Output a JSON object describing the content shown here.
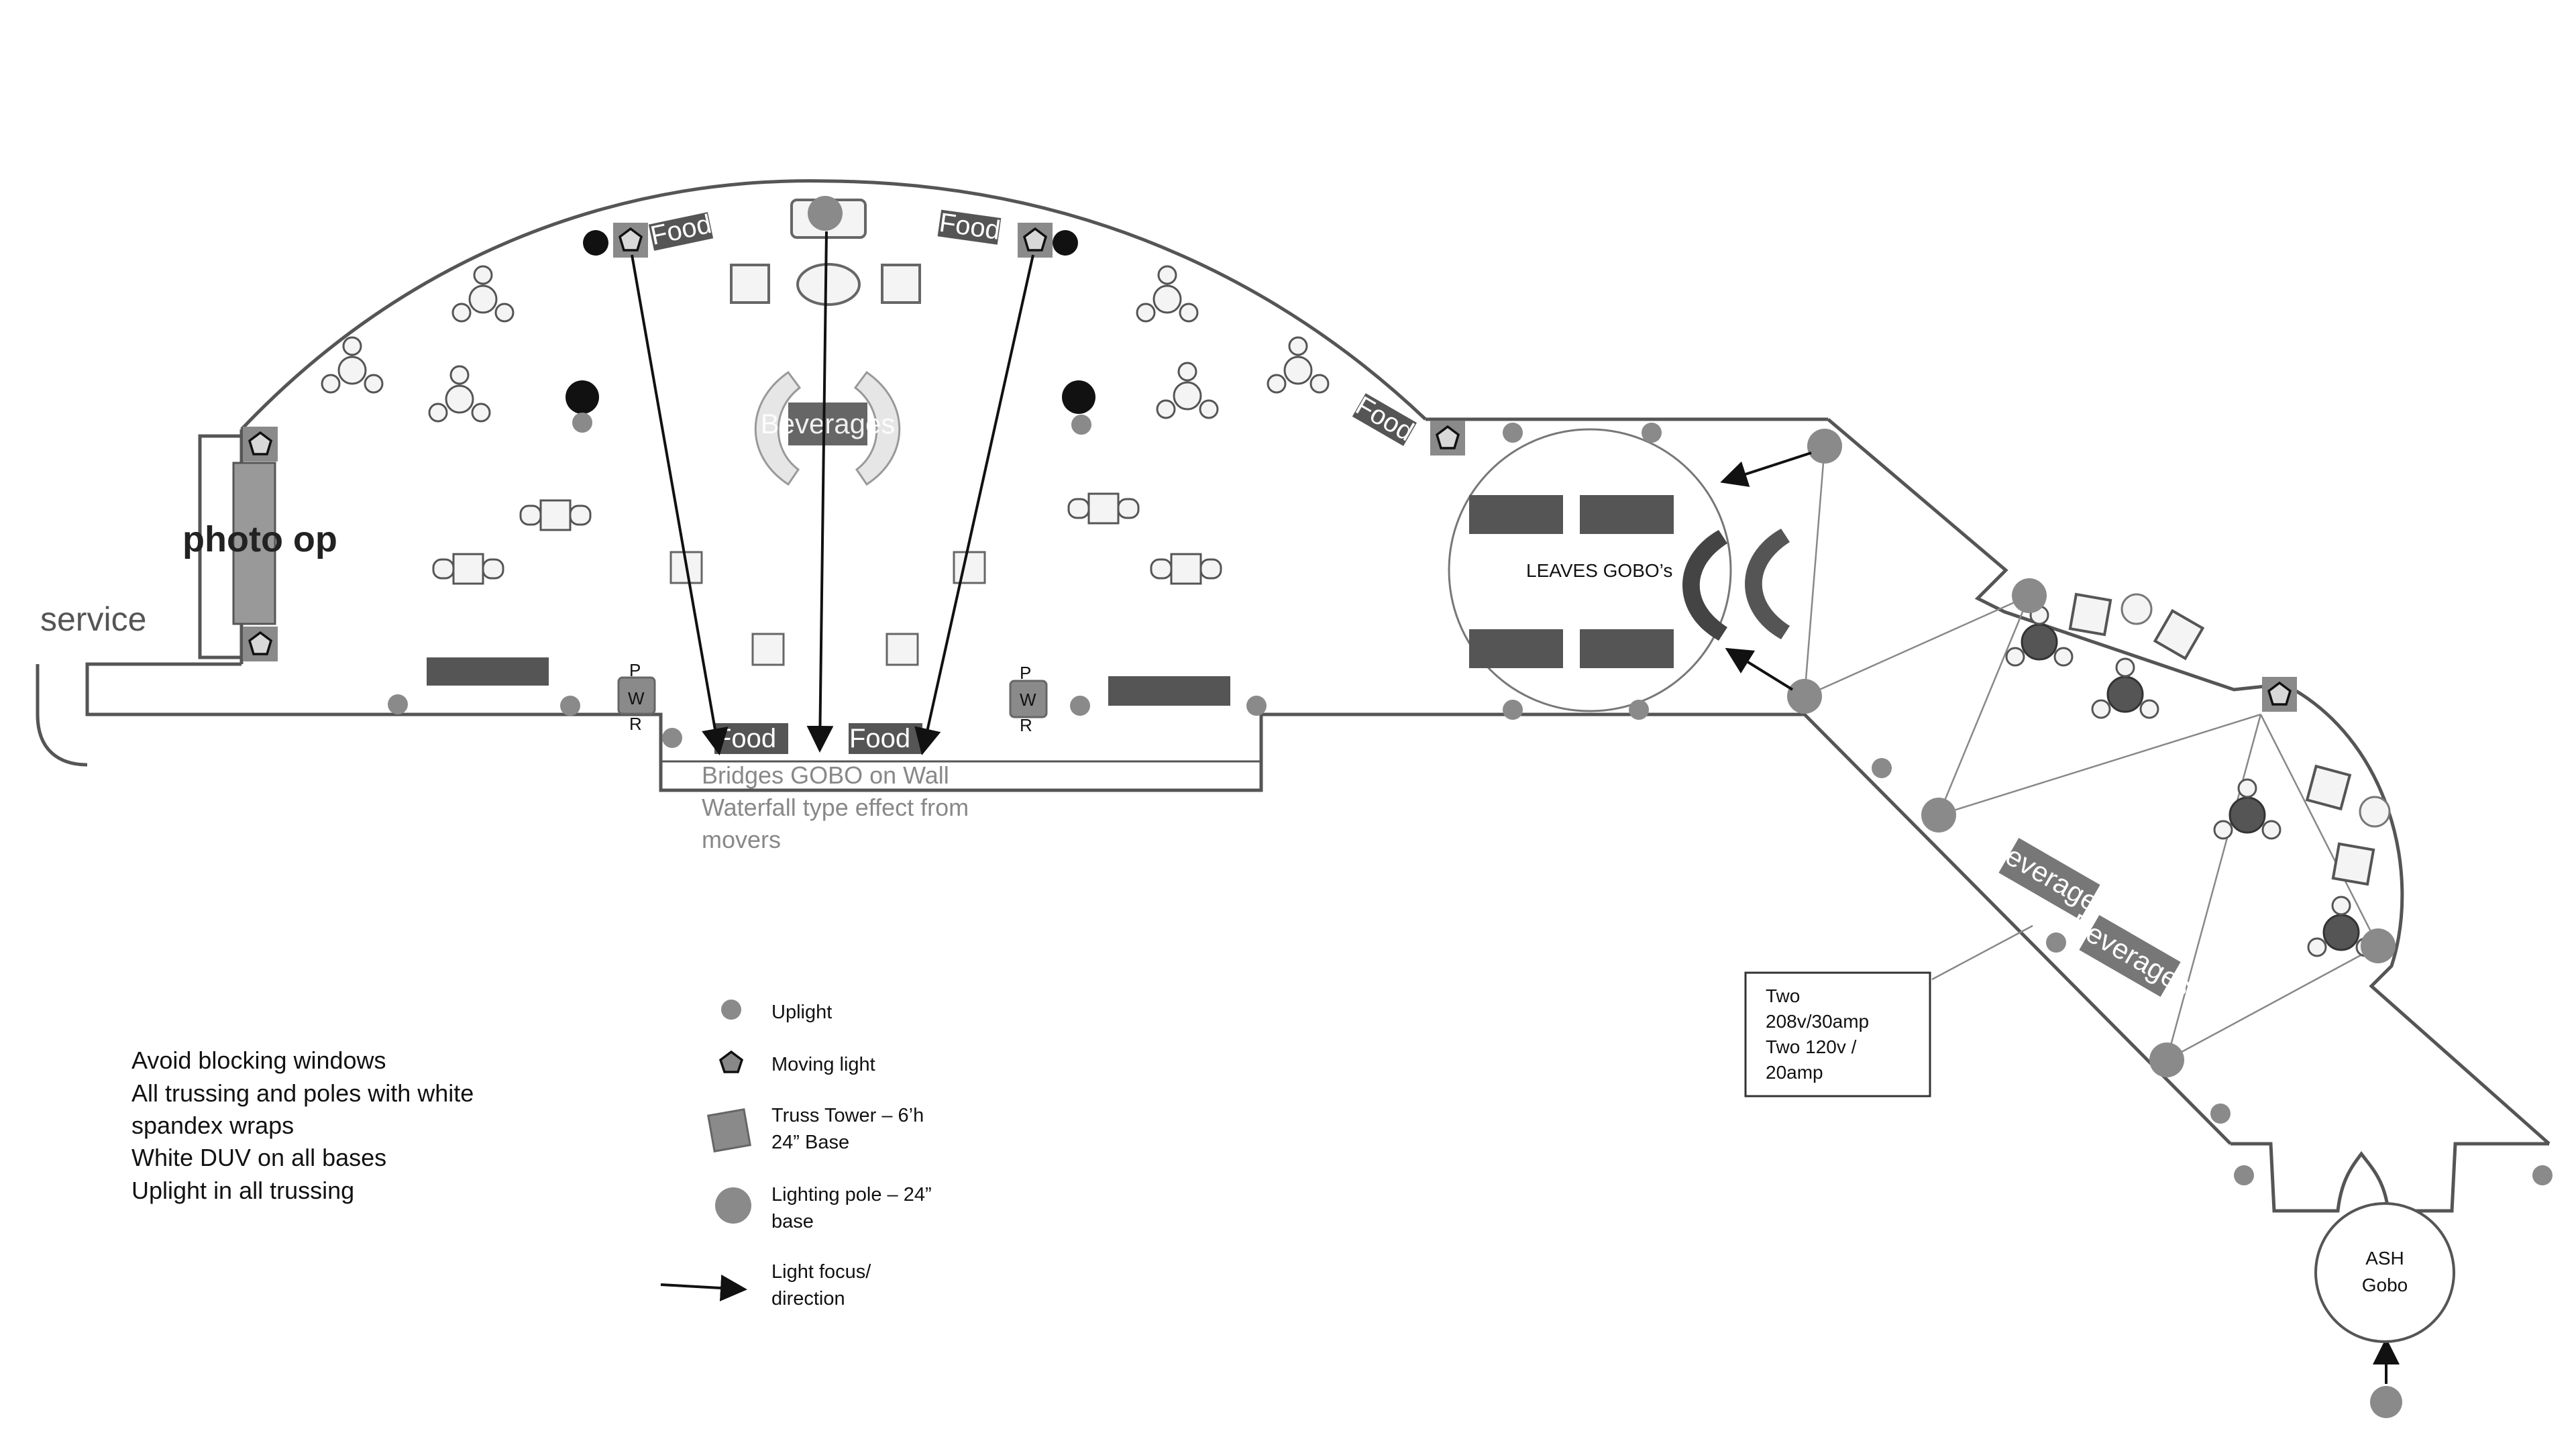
{
  "labels": {
    "service": "service",
    "photo_op": "photo op",
    "food": "Food",
    "beverages": "Beverages",
    "leaves_gobo": "LEAVES GOBO’s",
    "pwr_p": "P",
    "pwr_w": "W",
    "pwr_r": "R",
    "bridges_line1": "Bridges GOBO on Wall",
    "bridges_line2": "Waterfall type effect from",
    "bridges_line3": "movers",
    "power_line1": "Two",
    "power_line2": "208v/30amp",
    "power_line3": "Two 120v /",
    "power_line4": "20amp",
    "ash_line1": "ASH",
    "ash_line2": "Gobo"
  },
  "notes": [
    "Avoid blocking windows",
    "All trussing and poles with white",
    "spandex wraps",
    "White DUV on all bases",
    "Uplight in all trussing"
  ],
  "legend": {
    "uplight": "Uplight",
    "moving_light": "Moving light",
    "truss_line1": "Truss Tower – 6’h",
    "truss_line2": "24” Base",
    "pole_line1": "Lighting pole – 24”",
    "pole_line2": "base",
    "focus_line1": "Light focus/",
    "focus_line2": "direction"
  },
  "colors": {
    "wall": "#555555",
    "fixture": "#8a8a8a",
    "dark": "#4a4a4a",
    "furniture": "#f2f2f2"
  }
}
